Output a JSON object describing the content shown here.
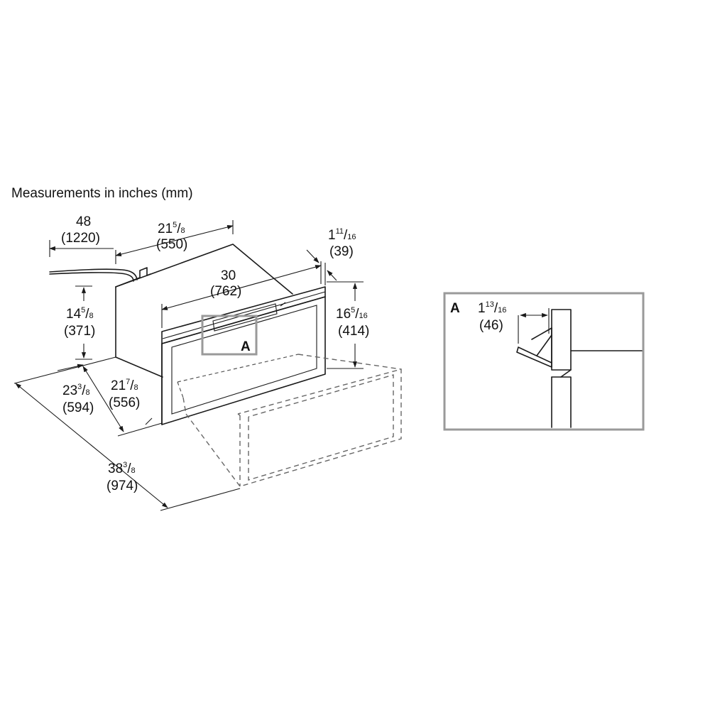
{
  "title": "Measurements in inches (mm)",
  "detail_label": "A",
  "dimensions": {
    "cord_length": {
      "value": "48",
      "mm": "(1220)"
    },
    "top_depth": {
      "whole": "21",
      "num": "5",
      "den": "8",
      "mm": "(550)"
    },
    "front_width": {
      "value": "30",
      "mm": "(762)"
    },
    "front_offset": {
      "whole": "1",
      "num": "11",
      "den": "16",
      "mm": "(39)"
    },
    "side_height": {
      "whole": "14",
      "num": "5",
      "den": "8",
      "mm": "(371)"
    },
    "front_height": {
      "whole": "16",
      "num": "5",
      "den": "16",
      "mm": "(414)"
    },
    "body_depth": {
      "whole": "23",
      "num": "3",
      "den": "8",
      "mm": "(594)"
    },
    "door_depth": {
      "whole": "21",
      "num": "7",
      "den": "8",
      "mm": "(556)"
    },
    "open_depth": {
      "whole": "38",
      "num": "3",
      "den": "8",
      "mm": "(974)"
    },
    "handle_clearance": {
      "whole": "1",
      "num": "13",
      "den": "16",
      "mm": "(46)"
    }
  }
}
